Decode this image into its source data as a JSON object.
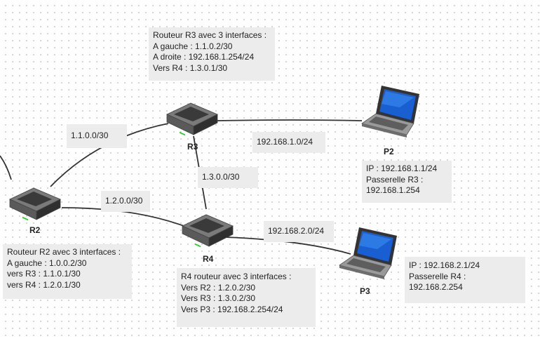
{
  "nodes": {
    "r2": "R2",
    "r3": "R3",
    "r4": "R4",
    "p2": "P2",
    "p3": "P3"
  },
  "links": {
    "r2_r3": "1.1.0.0/30",
    "r2_r4": "1.2.0.0/30",
    "r3_r4": "1.3.0.0/30",
    "r3_p2": "192.168.1.0/24",
    "r4_p3": "192.168.2.0/24"
  },
  "notes": {
    "r3": [
      "Routeur R3 avec 3 interfaces :",
      "A gauche : 1.1.0.2/30",
      "A droite : 192.168.1.254/24",
      "Vers R4 : 1.3.0.1/30"
    ],
    "r2": [
      "Routeur R2 avec 3 interfaces :",
      "A gauche : 1.0.0.2/30",
      "vers R3 : 1.1.0.1/30",
      "vers R4 : 1.2.0.1/30"
    ],
    "r4": [
      "R4 routeur avec 3 interfaces :",
      "Vers R2 : 1.2.0.2/30",
      "Vers R3 : 1.3.0.2/30",
      "Vers P3 : 192.168.2.254/24"
    ],
    "p2": [
      "IP : 192.168.1.1/24",
      "Passerelle R3 :",
      "192.168.1.254"
    ],
    "p3": [
      "IP : 192.168.2.1/24",
      "Passerelle R4 :",
      "192.168.2.254"
    ]
  },
  "colors": {
    "link": "#333333",
    "note_bg": "#ececec"
  },
  "icons": {
    "router": "router-icon",
    "laptop": "laptop-icon"
  }
}
